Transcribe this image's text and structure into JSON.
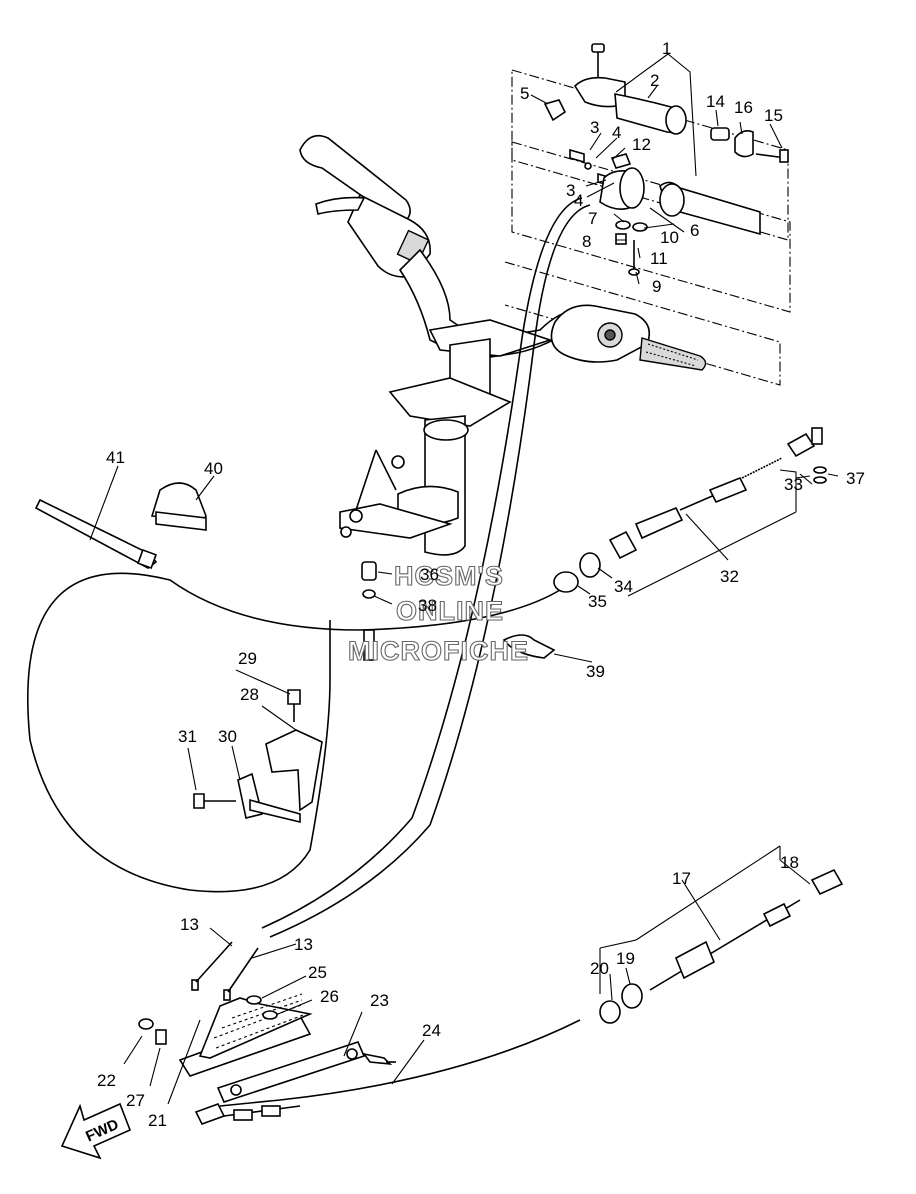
{
  "watermark": {
    "line1": "HCSM'S",
    "line2": "ONLINE",
    "line3": "MICROFICHE"
  },
  "fwd_label": "FWD",
  "callouts": {
    "c1": "1",
    "c2": "2",
    "c3a": "3",
    "c3b": "3",
    "c4a": "4",
    "c4b": "4",
    "c5": "5",
    "c6": "6",
    "c7": "7",
    "c8": "8",
    "c9": "9",
    "c10": "10",
    "c11": "11",
    "c12": "12",
    "c13a": "13",
    "c13b": "13",
    "c14": "14",
    "c15": "15",
    "c16": "16",
    "c17": "17",
    "c18": "18",
    "c19": "19",
    "c20": "20",
    "c21": "21",
    "c22": "22",
    "c23": "23",
    "c24": "24",
    "c25": "25",
    "c26": "26",
    "c27": "27",
    "c28": "28",
    "c29": "29",
    "c30": "30",
    "c31": "31",
    "c32": "32",
    "c33": "33",
    "c34": "34",
    "c35": "35",
    "c36": "36",
    "c37": "37",
    "c38": "38",
    "c39": "39",
    "c40": "40",
    "c41": "41"
  }
}
